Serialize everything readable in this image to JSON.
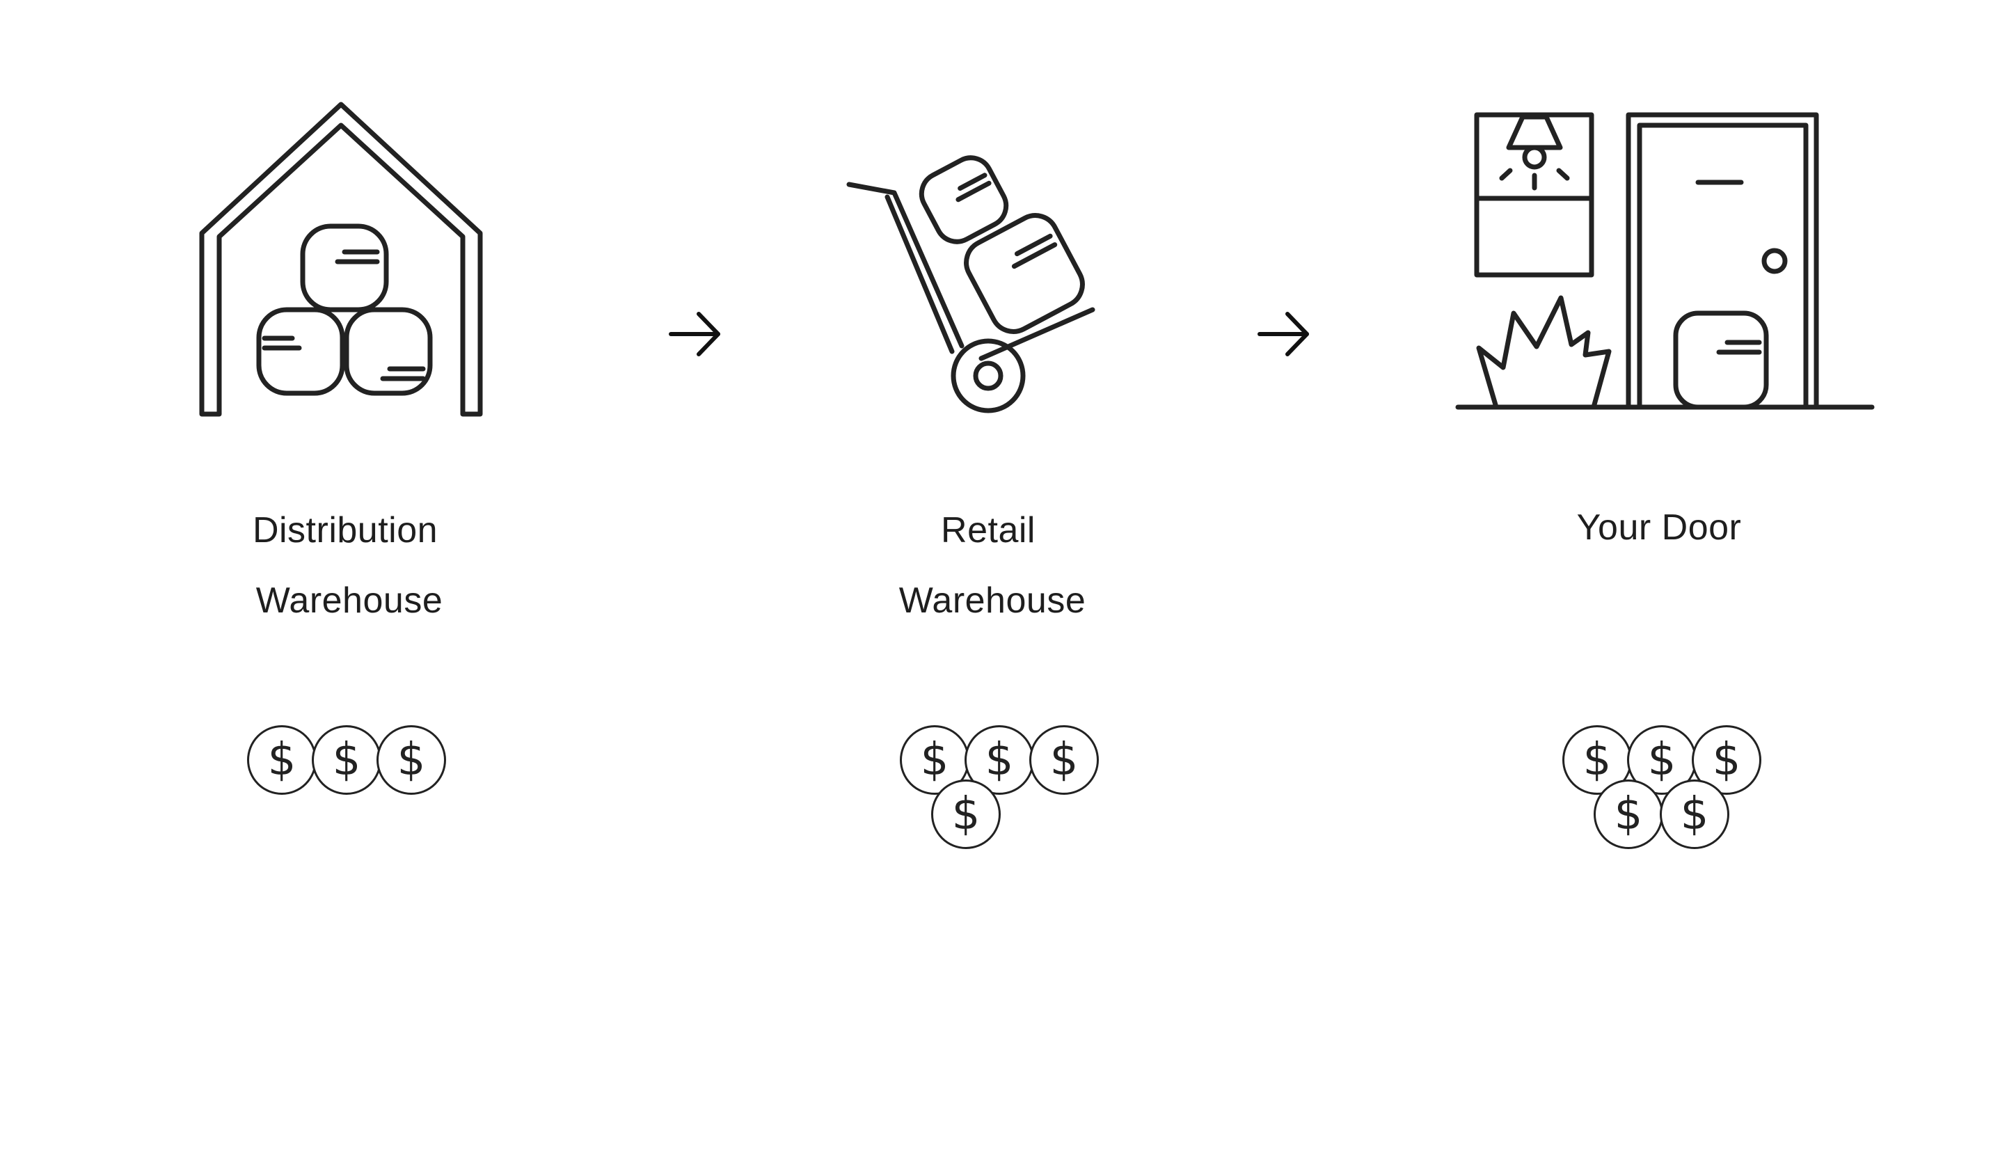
{
  "stages": [
    {
      "label_line1": "Distribution",
      "label_line2": "Warehouse",
      "icon": "warehouse-icon",
      "cost_coins": [
        "$",
        "$",
        "$"
      ]
    },
    {
      "label_line1": "Retail",
      "label_line2": "Warehouse",
      "icon": "hand-truck-icon",
      "cost_coins": [
        "$",
        "$",
        "$",
        "$"
      ]
    },
    {
      "label_line1": "Your Door",
      "icon": "front-door-icon",
      "cost_coins": [
        "$",
        "$",
        "$",
        "$",
        "$"
      ]
    }
  ],
  "connectors": [
    "arrow-right-icon",
    "arrow-right-icon"
  ],
  "colors": {
    "stroke": "#222222",
    "background": "#ffffff"
  }
}
